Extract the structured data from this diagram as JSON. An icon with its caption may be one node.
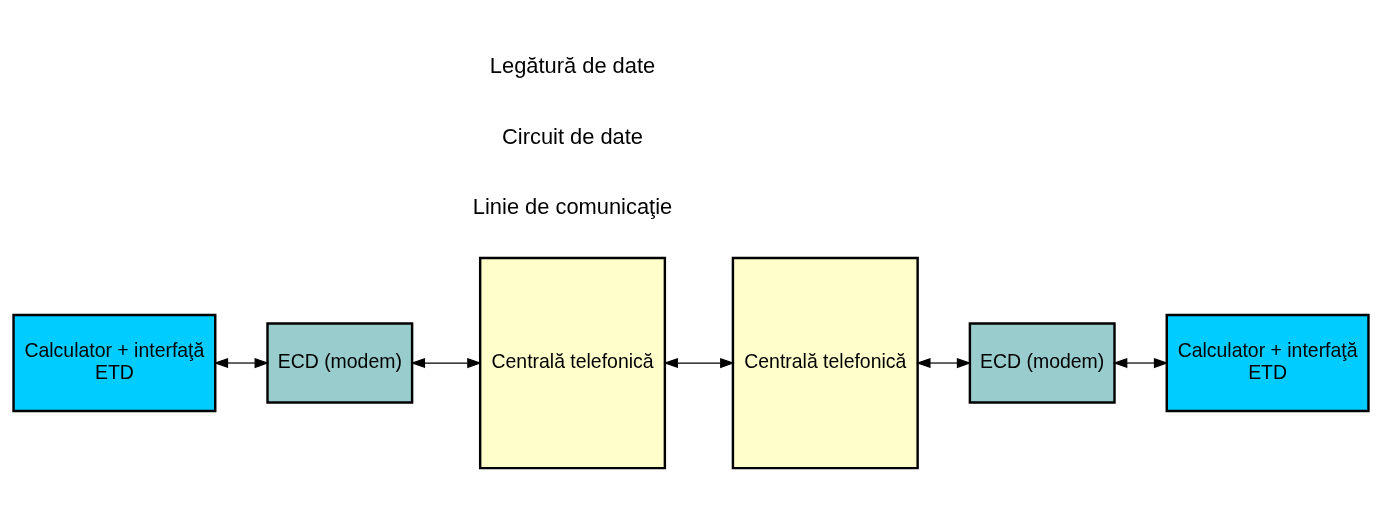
{
  "diagram": {
    "nodes": [
      {
        "text": [
          "Calculator + interfaţă",
          "ETD"
        ]
      },
      {
        "text": [
          "ECD (modem)"
        ]
      },
      {
        "text": [
          "Centrală telefonică"
        ]
      },
      {
        "text": [
          "Centrală telefonică"
        ]
      },
      {
        "text": [
          "ECD (modem)"
        ]
      },
      {
        "text": [
          "Calculator + interfaţă",
          "ETD"
        ]
      }
    ],
    "edges": [
      {
        "from": 0,
        "to": 1,
        "arrow": "both"
      },
      {
        "from": 1,
        "to": 2,
        "arrow": "both"
      },
      {
        "from": 2,
        "to": 3,
        "arrow": "both"
      },
      {
        "from": 3,
        "to": 4,
        "arrow": "both"
      },
      {
        "from": 4,
        "to": 5,
        "arrow": "both"
      }
    ],
    "labels": [
      "Linie de comunicaţie",
      "Circuit de date",
      "Legătură de date"
    ]
  }
}
